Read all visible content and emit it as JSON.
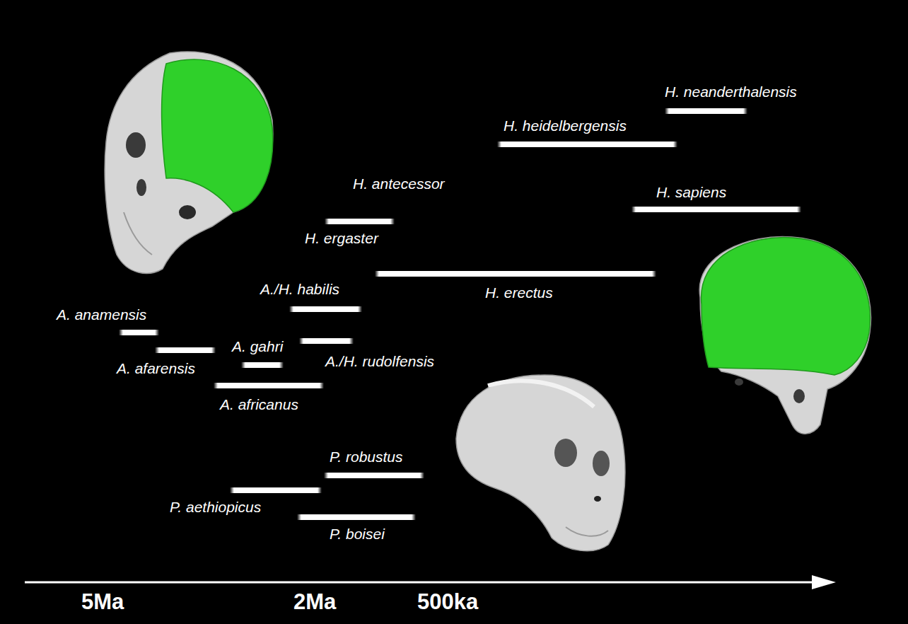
{
  "diagram": {
    "nodes": [
      {
        "text": [
          "H. neanderthalensis"
        ]
      },
      {
        "text": [
          "H. heidelbergensis"
        ]
      },
      {
        "text": [
          "H. sapiens"
        ]
      },
      {
        "text": [
          "H. ergaster"
        ]
      },
      {
        "text": [
          "H. erectus"
        ]
      },
      {
        "text": [
          "A./H. habilis"
        ]
      },
      {
        "text": [
          "A. anamensis"
        ]
      },
      {
        "text": [
          "A./H. rudolfensis"
        ]
      },
      {
        "text": [
          "A. afarensis"
        ]
      },
      {
        "text": [
          "A. gahri"
        ]
      },
      {
        "text": [
          "A. africanus"
        ]
      },
      {
        "text": [
          "P. robustus"
        ]
      },
      {
        "text": [
          "P. aethiopicus"
        ]
      },
      {
        "text": [
          "P. boisei"
        ]
      }
    ],
    "labels": [
      "H. antecessor",
      "5Ma",
      "2Ma",
      "500ka"
    ]
  }
}
